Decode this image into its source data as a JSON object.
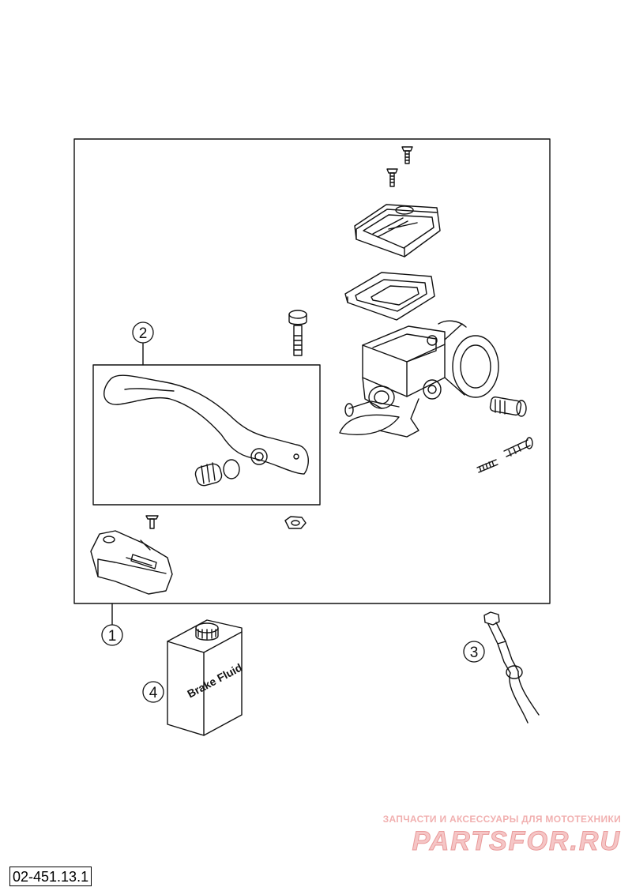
{
  "callouts": [
    {
      "id": "callout-1",
      "label": "1"
    },
    {
      "id": "callout-2",
      "label": "2"
    },
    {
      "id": "callout-3",
      "label": "3"
    },
    {
      "id": "callout-4",
      "label": "4"
    }
  ],
  "brake_fluid_label": "Brake Fluid",
  "watermark": {
    "caption": "ЗАПЧАСТИ И АКСЕССУАРЫ ДЛЯ МОТОТЕХНИКИ",
    "logo": "PARTSFOR.RU"
  },
  "part_code": "02-451.13.1",
  "colors": {
    "line": "#111111",
    "watermark": "#f5c6c6",
    "background": "#ffffff"
  }
}
